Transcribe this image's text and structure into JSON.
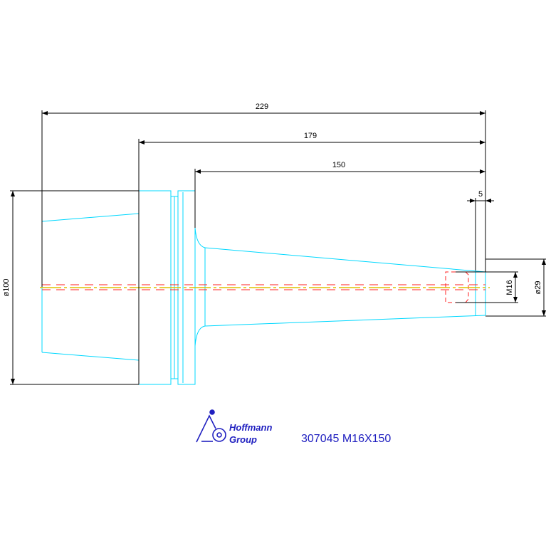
{
  "colors": {
    "outline": "#00d8ff",
    "dimension": "#000000",
    "thread": "#ff2020",
    "centerline": "#e0c000",
    "brand": "#2020c0"
  },
  "dimensions": {
    "overall_length": "229",
    "flange_to_end": "179",
    "shank_length": "150",
    "end_offset": "5",
    "flange_diameter": "ø100",
    "thread_size": "M16",
    "tip_diameter": "ø29"
  },
  "title_block": {
    "logo_line1": "Hoffmann",
    "logo_line2": "Group",
    "part_code": "307045 M16X150"
  }
}
